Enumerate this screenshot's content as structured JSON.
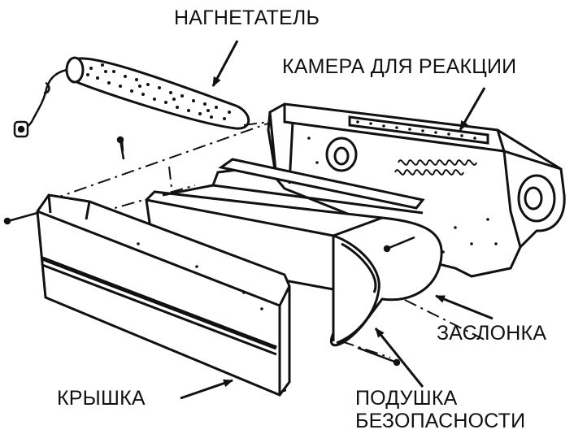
{
  "labels": {
    "blower": "НАГНЕТАТЕЛЬ",
    "reaction_chamber": "КАМЕРА ДЛЯ РЕАКЦИИ",
    "flap": "ЗАСЛОНКА",
    "cover": "КРЫШКА",
    "airbag_line1": "ПОДУШКА",
    "airbag_line2": "БЕЗОПАСНОСТИ"
  },
  "colors": {
    "ink": "#111111",
    "background": "#ffffff"
  }
}
